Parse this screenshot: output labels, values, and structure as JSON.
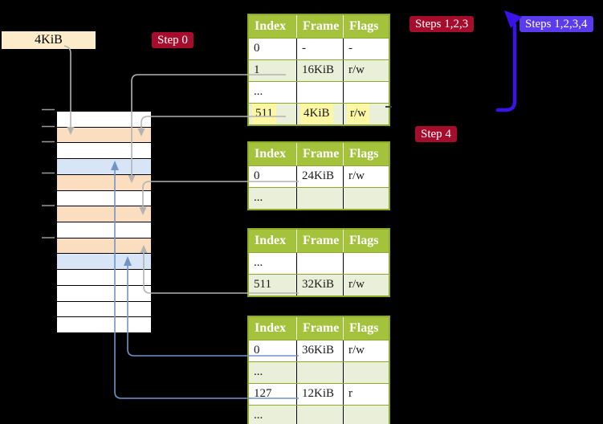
{
  "page_box": {
    "label": "4KiB"
  },
  "labels": {
    "step0": "Step 0",
    "steps123": "Steps 1,2,3",
    "steps1234": "Steps 1,2,3,4",
    "step4": "Step 4"
  },
  "colors": {
    "accent_crimson": "#a60d2c",
    "accent_violet_label": "#5a3bee",
    "accent_violet_arrow": "#3b12e8",
    "table_header": "#a4c23c",
    "table_border": "#8fa928",
    "row_green": "#e9efd9",
    "row_white": "#ffffff",
    "highlight_yellow": "#fdf6a2",
    "frame_orange": "#fbdebf",
    "frame_blue": "#d8e5f6",
    "wheat_box": "#fcecca",
    "connector_gray": "#b3b3b3",
    "connector_blue": "#7294c7",
    "connector_dark": "#3f3f3f",
    "tick_gray": "#9a9a9a",
    "text_dark": "#1a1a1a"
  },
  "memory": {
    "rows": [
      {
        "bg": "#ffffff"
      },
      {
        "bg": "#fbdebf"
      },
      {
        "bg": "#ffffff"
      },
      {
        "bg": "#d8e5f6"
      },
      {
        "bg": "#fbdebf"
      },
      {
        "bg": "#ffffff"
      },
      {
        "bg": "#fbdebf"
      },
      {
        "bg": "#ffffff"
      },
      {
        "bg": "#fbdebf"
      },
      {
        "bg": "#d8e5f6"
      },
      {
        "bg": "#ffffff"
      },
      {
        "bg": "#ffffff"
      },
      {
        "bg": "#ffffff"
      },
      {
        "bg": "#ffffff"
      }
    ]
  },
  "tables": {
    "t1": {
      "headers": [
        "Index",
        "Frame",
        "Flags"
      ],
      "rows": [
        {
          "cells": [
            "0",
            "-",
            "-"
          ],
          "bg": "#ffffff"
        },
        {
          "cells": [
            "1",
            "16KiB",
            "r/w"
          ],
          "bg": "#e9efd9"
        },
        {
          "cells": [
            "...",
            "",
            ""
          ],
          "bg": "#ffffff"
        },
        {
          "cells": [
            "511",
            "4KiB",
            "r/w"
          ],
          "bg": "#e9efd9"
        }
      ]
    },
    "t2": {
      "headers": [
        "Index",
        "Frame",
        "Flags"
      ],
      "rows": [
        {
          "cells": [
            "0",
            "24KiB",
            "r/w"
          ],
          "bg": "#ffffff"
        },
        {
          "cells": [
            "...",
            "",
            ""
          ],
          "bg": "#e9efd9"
        }
      ]
    },
    "t3": {
      "headers": [
        "Index",
        "Frame",
        "Flags"
      ],
      "rows": [
        {
          "cells": [
            "...",
            "",
            ""
          ],
          "bg": "#ffffff"
        },
        {
          "cells": [
            "511",
            "32KiB",
            "r/w"
          ],
          "bg": "#e9efd9"
        }
      ]
    },
    "t4": {
      "headers": [
        "Index",
        "Frame",
        "Flags"
      ],
      "rows": [
        {
          "cells": [
            "0",
            "36KiB",
            "r/w"
          ],
          "bg": "#ffffff"
        },
        {
          "cells": [
            "...",
            "",
            ""
          ],
          "bg": "#e9efd9"
        },
        {
          "cells": [
            "127",
            "12KiB",
            "r"
          ],
          "bg": "#ffffff"
        },
        {
          "cells": [
            "...",
            "",
            ""
          ],
          "bg": "#e9efd9"
        }
      ]
    }
  }
}
